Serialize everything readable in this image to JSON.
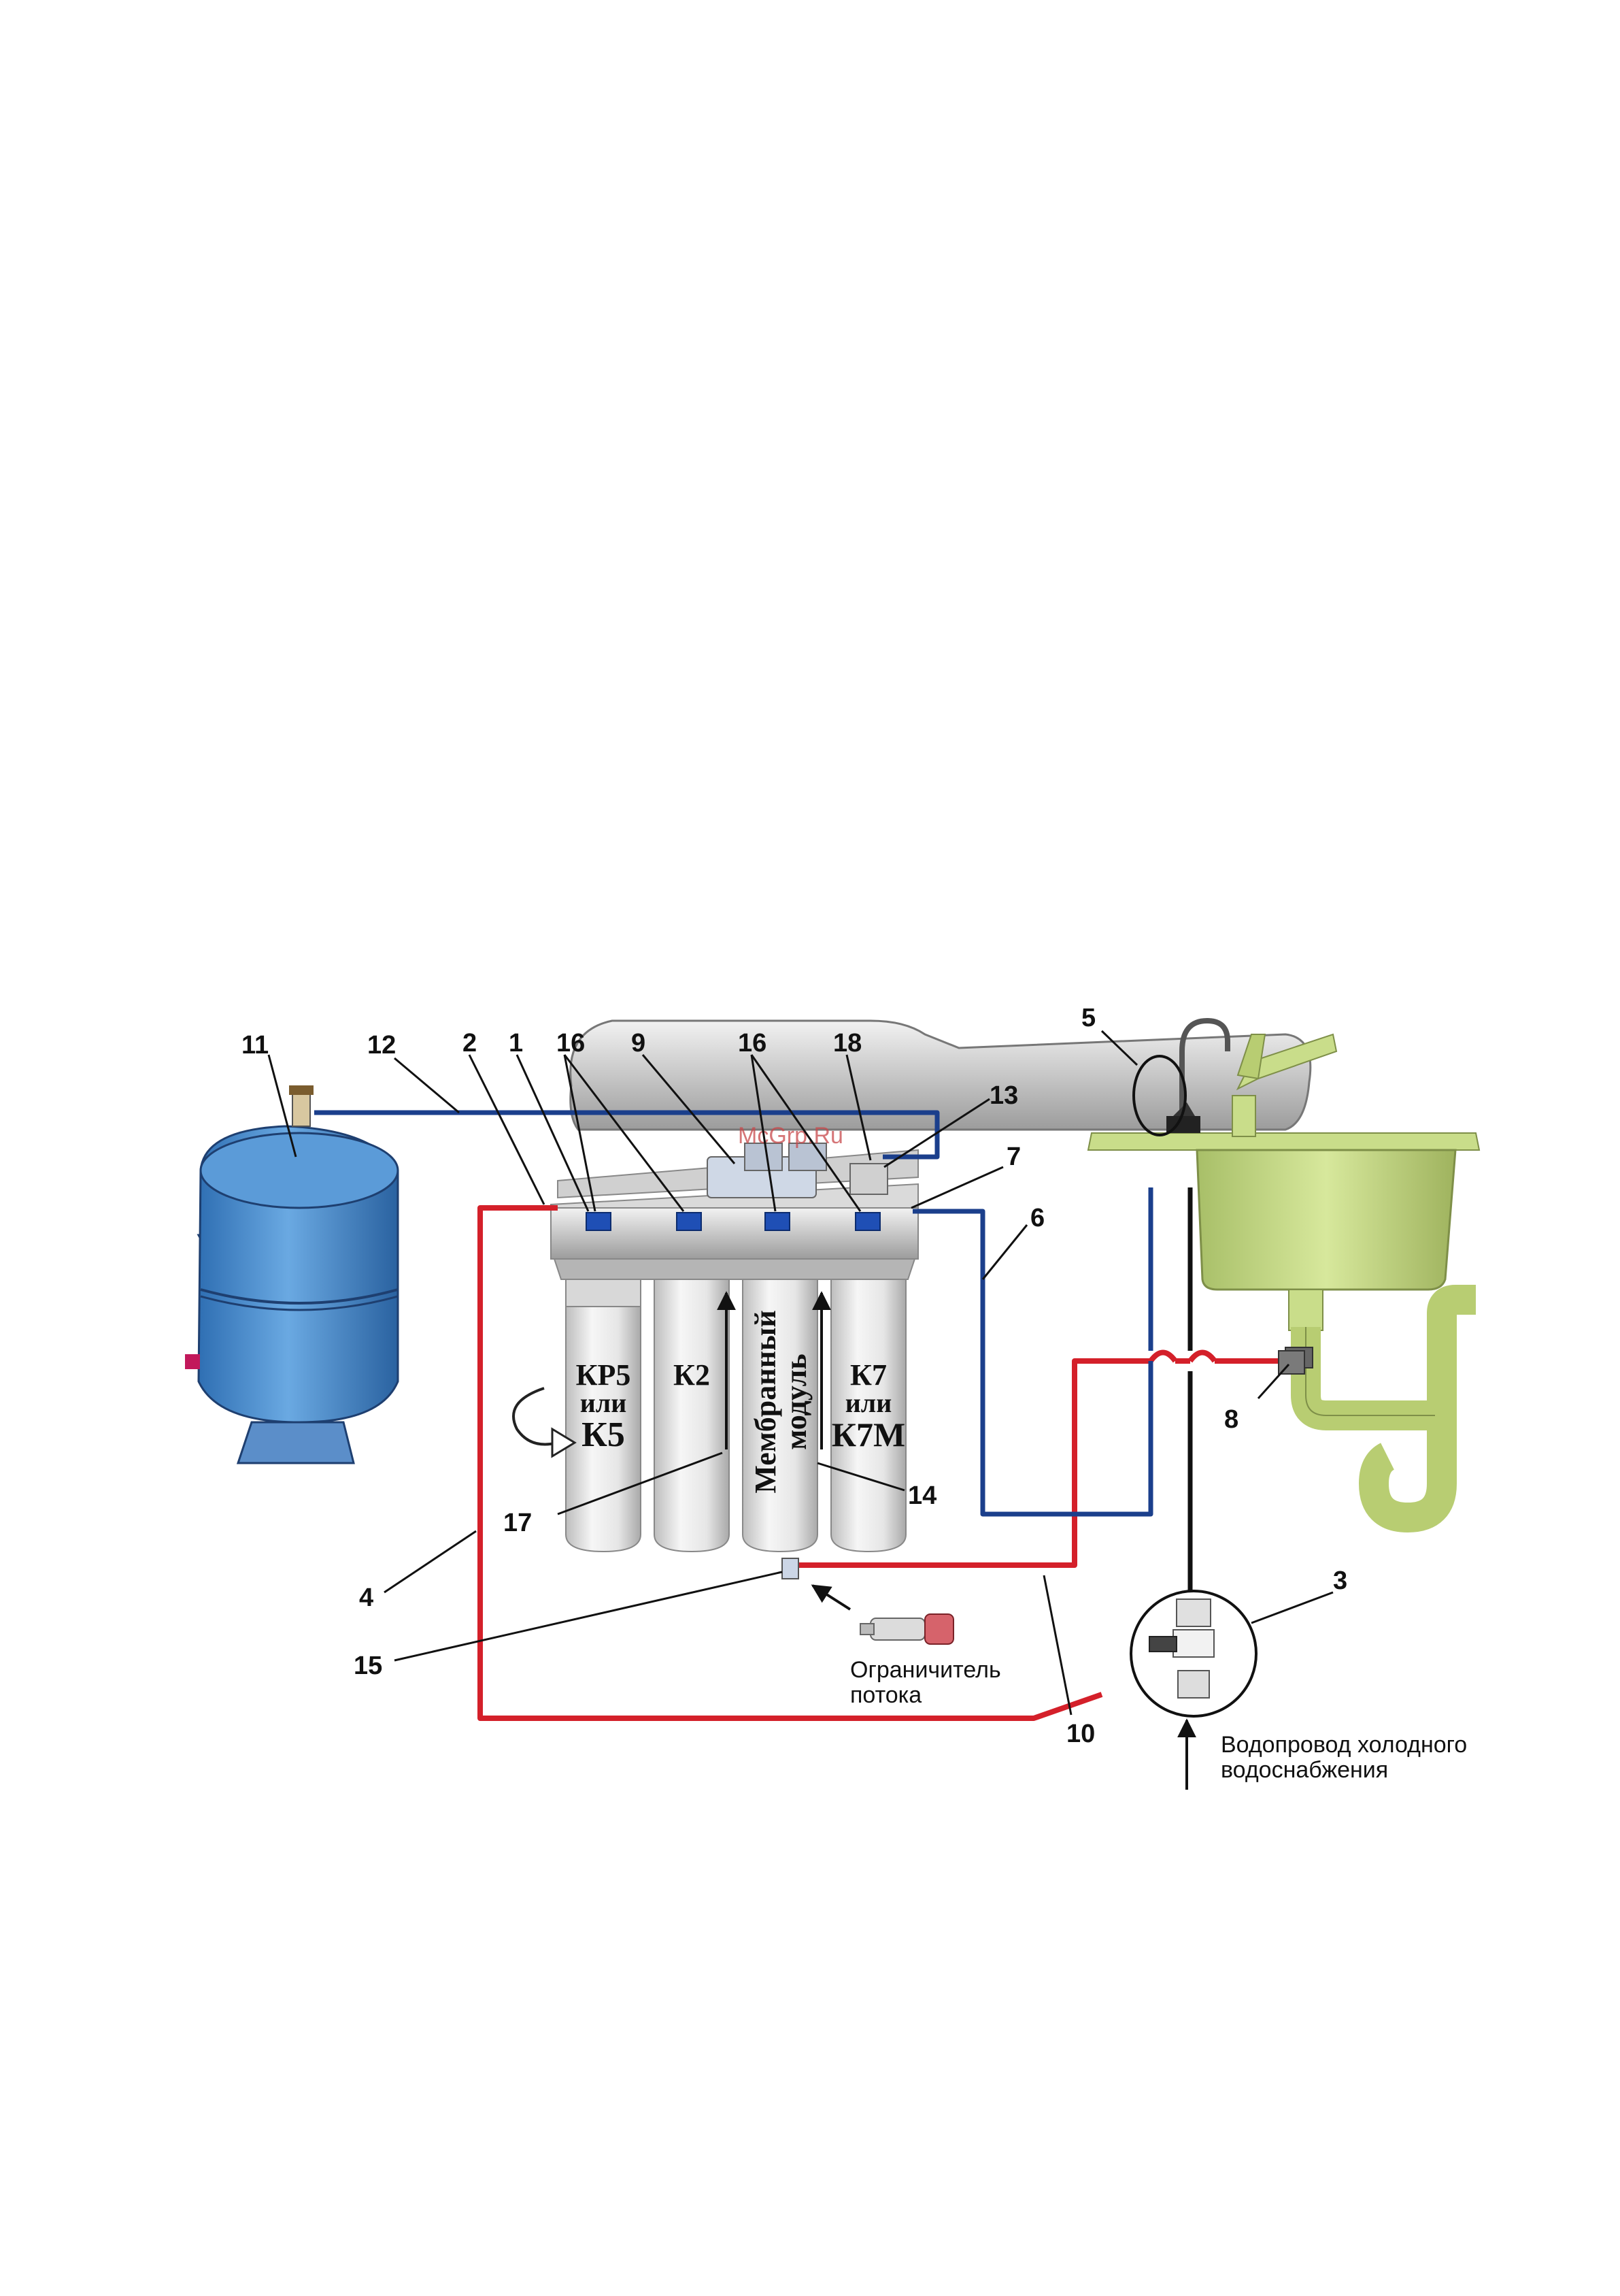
{
  "watermark": "McGrp.Ru",
  "callouts": {
    "n1": "1",
    "n2": "2",
    "n3": "3",
    "n4": "4",
    "n5": "5",
    "n6": "6",
    "n7": "7",
    "n8": "8",
    "n9": "9",
    "n10": "10",
    "n11": "11",
    "n12": "12",
    "n13": "13",
    "n14": "14",
    "n15": "15",
    "n16a": "16",
    "n16b": "16",
    "n17": "17",
    "n18": "18"
  },
  "filters": {
    "f1": {
      "line1": "КР5",
      "line2": "или",
      "line3": "К5"
    },
    "f2": {
      "line1": "К2"
    },
    "f3": {
      "line1": "Мембранный",
      "line2": "модуль"
    },
    "f4": {
      "line1": "К7",
      "line2": "или",
      "line3": "К7М"
    }
  },
  "labels": {
    "flow_limiter_line1": "Ограничитель",
    "flow_limiter_line2": "потока",
    "water_supply_line1": "Водопровод холодного",
    "water_supply_line2": "водоснабжения"
  },
  "colors": {
    "hot_line": "#d4202a",
    "permeate_line": "#1b3f8c",
    "drain_line": "#111111",
    "tank": "#4a8fd0",
    "sink": "#c9dd8a",
    "housing": "#e8e8e8"
  }
}
